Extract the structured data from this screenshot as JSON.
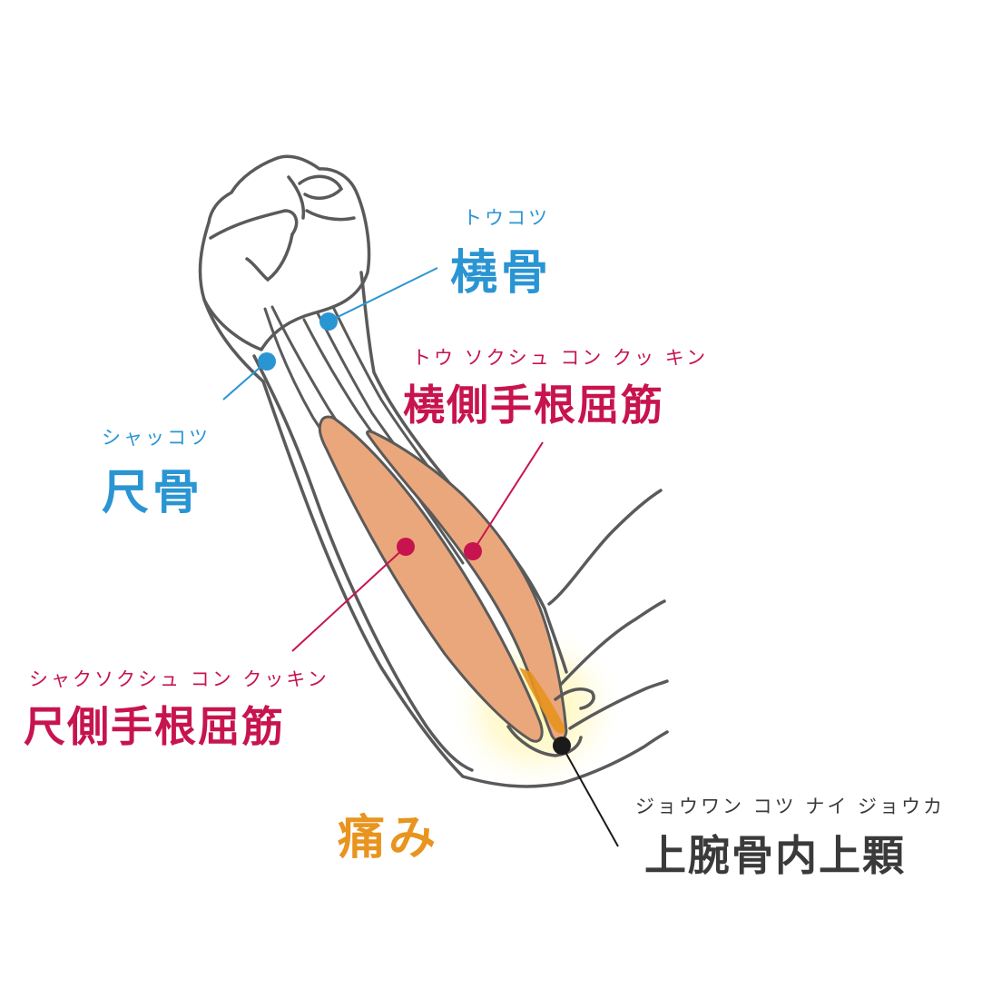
{
  "labels": {
    "radius": {
      "ruby": "トウコツ",
      "name": "橈骨"
    },
    "ulna": {
      "ruby": "シャッコツ",
      "name": "尺骨"
    },
    "fcr": {
      "ruby": "トウ ソクシュ コン クッ キン",
      "name": "橈側手根屈筋"
    },
    "fcu": {
      "ruby": "シャクソクシュ コン クッキン",
      "name": "尺側手根屈筋"
    },
    "pain": {
      "name": "痛み"
    },
    "epicondyle": {
      "ruby": "ジョウワン コツ ナイ ジョウカ",
      "name": "上腕骨内上顆"
    }
  },
  "colors": {
    "bone": "#2a95d3",
    "muscle_label": "#c7144f",
    "muscle_fill": "#eba77c",
    "pain": "#e8941f",
    "epicondyle": "#3a3a3a",
    "outline": "#5a5a5a"
  }
}
